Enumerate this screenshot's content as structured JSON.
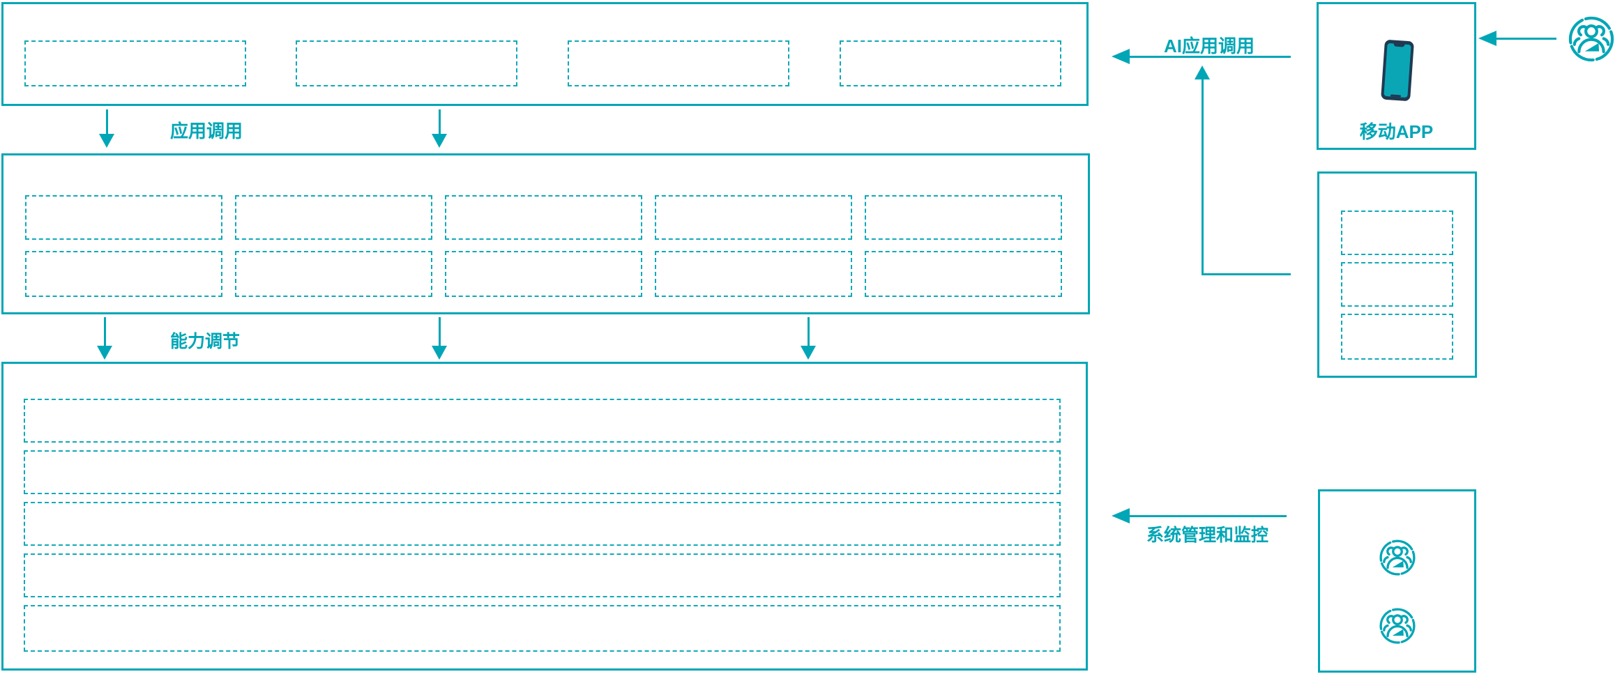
{
  "labels": {
    "app_call": "应用调用",
    "capability_adjust": "能力调节",
    "ai_app_call": "AI应用调用",
    "mobile_app": "移动APP",
    "system_management_monitoring": "系统管理和监控"
  },
  "colors": {
    "accent_teal": "#00a6b6",
    "phone_body_dark": "#1f3a52",
    "phone_screen_teal": "#0aa6b6"
  },
  "icons": {
    "external_user": "user-group-icon",
    "mobile_device": "smartphone-icon",
    "admin_user_top": "user-group-icon",
    "admin_user_bottom": "user-group-icon"
  },
  "placeholders": {
    "top_layer_slots": 4,
    "middle_layer_slots": 10,
    "bottom_layer_rows": 5,
    "service_box_slots": 3
  }
}
